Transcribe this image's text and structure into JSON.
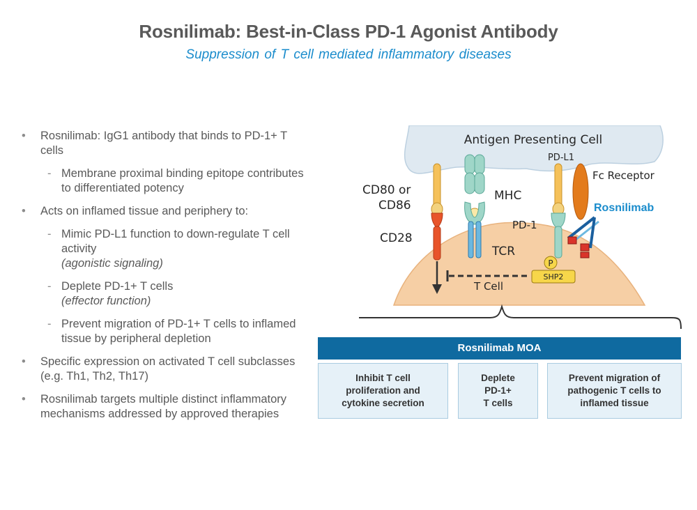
{
  "title": "Rosnilimab: Best-in-Class PD-1 Agonist Antibody",
  "subtitle": "Suppression  of T cell mediated inflammatory diseases",
  "bullets": {
    "b1": "Rosnilimab: IgG1 antibody that binds to PD-1+ T cells",
    "b1_sub": "Membrane proximal binding epitope contributes to differentiated potency",
    "b2": "Acts on inflamed tissue and periphery to:",
    "b2_sub1": "Mimic PD-L1 function to down-regulate T cell activity",
    "b2_sub1_note": "(agonistic signaling)",
    "b2_sub2": "Deplete PD-1+ T cells",
    "b2_sub2_note": "(effector function)",
    "b2_sub3": "Prevent migration of PD-1+ T cells to inflamed tissue by peripheral depletion",
    "b3": "Specific expression on activated T cell subclasses (e.g. Th1, Th2, Th17)",
    "b4": "Rosnilimab targets multiple distinct inflammatory mechanisms addressed by approved therapies"
  },
  "diagram": {
    "apc_label": "Antigen Presenting Cell",
    "pdl1": "PD-L1",
    "fc_receptor": "Fc Receptor",
    "rosnilimab": "Rosnilimab",
    "cd80_line1": "CD80 or",
    "cd80_line2": "CD86",
    "mhc": "MHC",
    "pd1": "PD-1",
    "cd28": "CD28",
    "tcr": "TCR",
    "p": "P",
    "shp2": "SHP2",
    "tcell": "T Cell"
  },
  "moa": {
    "header": "Rosnilimab MOA",
    "box1": [
      "Inhibit T cell",
      "proliferation and",
      "cytokine secretion"
    ],
    "box2": [
      "Deplete",
      "PD-1+",
      "T cells"
    ],
    "box3": [
      "Prevent migration of",
      "pathogenic T cells to",
      "inflamed tissue"
    ]
  },
  "colors": {
    "title": "#595959",
    "subtitle": "#1a8ccc",
    "moa_header": "#0f6aa0",
    "moa_box": "#e6f1f8",
    "apc": "#dfe9f1",
    "tcell": "#f6cfa5",
    "rosnilimab": "#1a8ccc"
  }
}
